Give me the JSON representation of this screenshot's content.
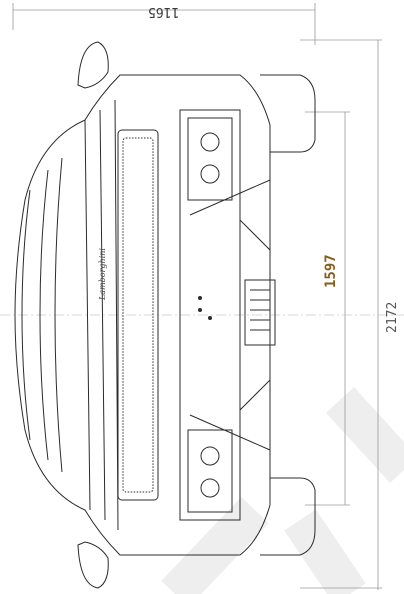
{
  "dimensions": {
    "overall_width": "1165",
    "track": "1597",
    "overall_length": "2172"
  },
  "brand_script": "Lamborghini",
  "colors": {
    "line": "#2b2b2b",
    "dimension_line": "#9a9a9a",
    "accent_dimension": "#8a5b1a",
    "watermark": "#eeeeee"
  }
}
